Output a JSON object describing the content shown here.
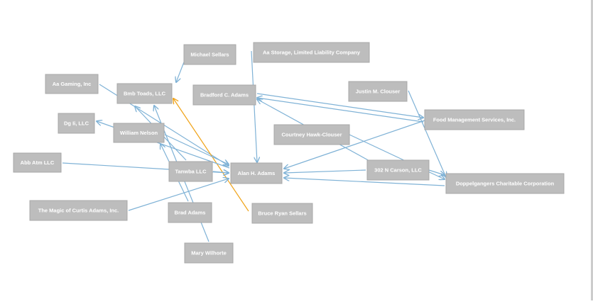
{
  "colors": {
    "edge": "#7fb2d6",
    "highlight": "#f0a318",
    "node_fill": "#bdbdbd",
    "node_text": "#ffffff",
    "border": "#cccccc"
  },
  "nodes": [
    {
      "id": "michael_sellars",
      "label": "Michael Sellars"
    },
    {
      "id": "aa_storage",
      "label": "Aa Storage, Limited Liability Company"
    },
    {
      "id": "aa_gaming",
      "label": "Aa Gaming, Inc"
    },
    {
      "id": "bmb_toads",
      "label": "Bmb Toads, LLC"
    },
    {
      "id": "bradford_adams",
      "label": "Bradford C. Adams"
    },
    {
      "id": "justin_clouser",
      "label": "Justin M. Clouser"
    },
    {
      "id": "food_mgmt",
      "label": "Food Management Services, Inc."
    },
    {
      "id": "dg_ii",
      "label": "Dg Ii, LLC"
    },
    {
      "id": "william_nelson",
      "label": "William Nelson"
    },
    {
      "id": "courtney_clouser",
      "label": "Courtney Hawk-Clouser"
    },
    {
      "id": "abb_atm",
      "label": "Abb Atm LLC"
    },
    {
      "id": "tanwba",
      "label": "Tanwba LLC"
    },
    {
      "id": "alan_adams",
      "label": "Alan H. Adams"
    },
    {
      "id": "carson",
      "label": "302 N Carson, LLC"
    },
    {
      "id": "doppelgangers",
      "label": "Doppelgangers Charitable Corporation"
    },
    {
      "id": "magic_curtis",
      "label": "The Magic of Curtis Adams, Inc."
    },
    {
      "id": "brad_adams",
      "label": "Brad Adams"
    },
    {
      "id": "bruce_sellars",
      "label": "Bruce Ryan Sellars"
    },
    {
      "id": "mary_wilhorte",
      "label": "Mary Wilhorte"
    }
  ],
  "edges": [
    {
      "from": "michael_sellars",
      "to": "bmb_toads",
      "highlight": false
    },
    {
      "from": "aa_storage",
      "to": "alan_adams",
      "highlight": false
    },
    {
      "from": "aa_gaming",
      "to": "alan_adams",
      "highlight": false
    },
    {
      "from": "bruce_sellars",
      "to": "bmb_toads",
      "highlight": true
    },
    {
      "from": "tanwba",
      "to": "bmb_toads",
      "highlight": false
    },
    {
      "from": "mary_wilhorte",
      "to": "bmb_toads",
      "highlight": false
    },
    {
      "from": "alan_adams",
      "to": "dg_ii",
      "highlight": false
    },
    {
      "from": "brad_adams",
      "to": "william_nelson",
      "highlight": false
    },
    {
      "from": "william_nelson",
      "to": "alan_adams",
      "highlight": false
    },
    {
      "from": "abb_atm",
      "to": "alan_adams",
      "highlight": false
    },
    {
      "from": "magic_curtis",
      "to": "alan_adams",
      "highlight": false
    },
    {
      "from": "tanwba",
      "to": "alan_adams",
      "highlight": false
    },
    {
      "from": "bradford_adams",
      "to": "food_mgmt",
      "highlight": false
    },
    {
      "from": "food_mgmt",
      "to": "bradford_adams",
      "highlight": false
    },
    {
      "from": "food_mgmt",
      "to": "alan_adams",
      "highlight": false
    },
    {
      "from": "carson",
      "to": "alan_adams",
      "highlight": false
    },
    {
      "from": "justin_clouser",
      "to": "doppelgangers",
      "highlight": false
    },
    {
      "from": "courtney_clouser",
      "to": "doppelgangers",
      "highlight": false
    },
    {
      "from": "doppelgangers",
      "to": "alan_adams",
      "highlight": false
    },
    {
      "from": "carson",
      "to": "bradford_adams",
      "highlight": false
    },
    {
      "from": "carson",
      "to": "doppelgangers",
      "highlight": false
    }
  ]
}
